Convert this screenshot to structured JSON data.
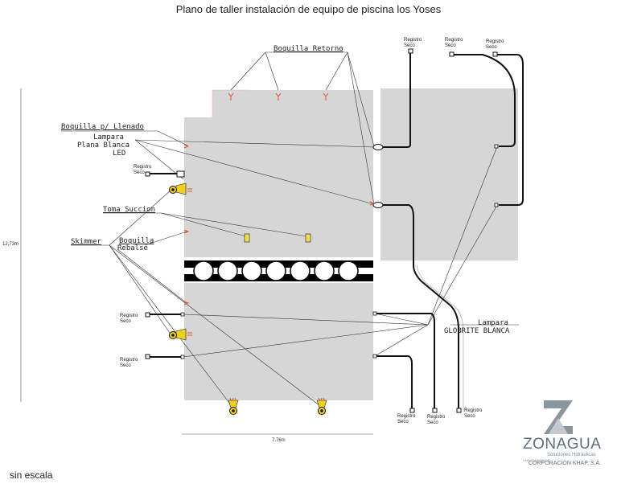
{
  "title": "Plano de taller instalación de equipo de piscina los Yoses",
  "labels": {
    "boquilla_retorno": "Boquilla Retorno",
    "boquilla_llenado": "Boquilla p/ Llenado",
    "lampara_1": "Lampara",
    "lampara_2": "Plana Blanca",
    "lampara_3": "LED",
    "toma_succion": "Toma Succion",
    "skimmer": "Skimmer",
    "boquilla_rebalse_1": "Boquilla",
    "boquilla_rebalse_2": "Rebalse",
    "lampara_globrite_1": "Lampara",
    "lampara_globrite_2": "GLOBRITE BLANCA"
  },
  "registro": {
    "line1": "Registro",
    "line2": "Seco"
  },
  "dimensions": {
    "height": "12,73m",
    "width": "7,76m"
  },
  "scale_note": "sin escala",
  "logo": {
    "name": "ZONAGUA",
    "subtitle": "Soluciones Hidráulicas",
    "corp_small": "UNA DIVISION DE",
    "corp": "CORPORACIÓN KHAP, S.A."
  },
  "colors": {
    "pool": "#d6d6d6",
    "pipe": "#111111",
    "accent_red": "#e0512a",
    "skimmer_yellow": "#f0d020",
    "logo": "#5d6f7a"
  }
}
